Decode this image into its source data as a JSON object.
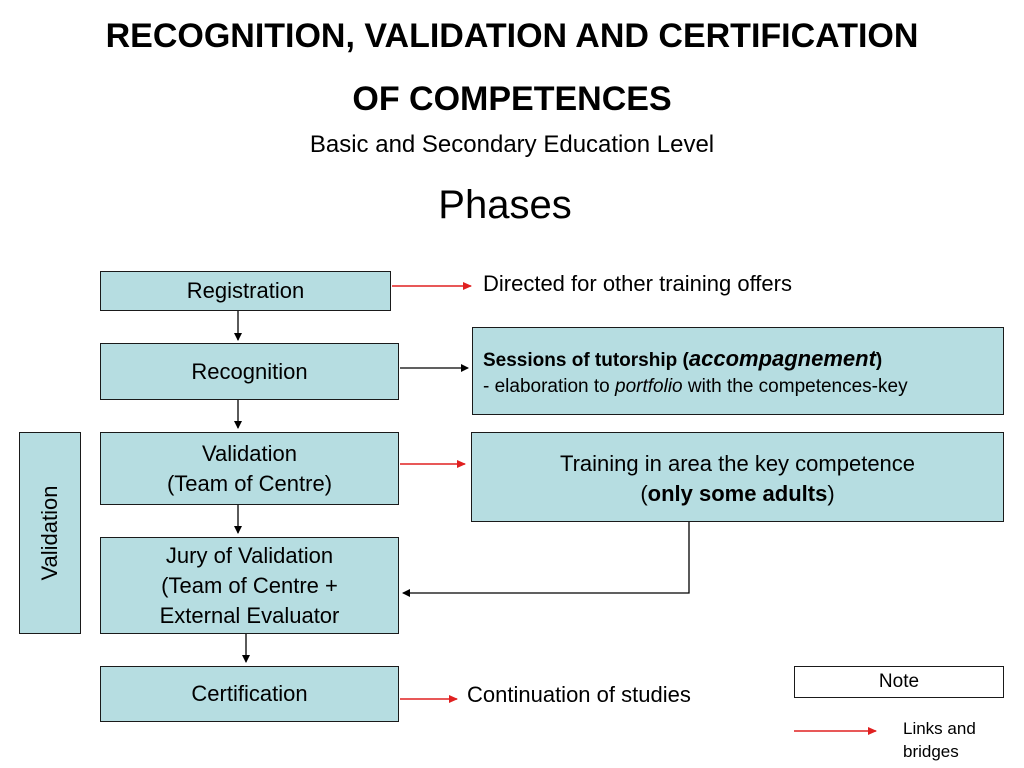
{
  "title": {
    "line1": "RECOGNITION, VALIDATION AND CERTIFICATION",
    "line2": "OF COMPETENCES"
  },
  "subtitle": "Basic and Secondary Education Level",
  "heading": "Phases",
  "phases": {
    "registration": "Registration",
    "recognition": "Recognition",
    "validation_line1": "Validation",
    "validation_line2": "(Team of Centre)",
    "jury_line1": "Jury of Validation",
    "jury_line2": "(Team of Centre +",
    "jury_line3": "External Evaluator",
    "certification": "Certification"
  },
  "side_label": "Validation",
  "outcomes": {
    "directed": "Directed for other training offers",
    "tutorship_bold": "Sessions of tutorship (",
    "tutorship_italic": "accompagnement",
    "tutorship_close": ")",
    "tutorship_line2_a": "- elaboration to ",
    "tutorship_line2_italic": "portfolio",
    "tutorship_line2_b": " with the competences-key",
    "training_line1": "Training in area the key competence",
    "training_open": "(",
    "training_bold": "only some adults",
    "training_close": ")",
    "continuation": "Continuation of studies"
  },
  "note": {
    "label": "Note",
    "legend": "Links and bridges"
  },
  "colors": {
    "box_fill": "#b6dde1",
    "link_arrow": "#e02020",
    "flow_arrow": "#000000"
  }
}
